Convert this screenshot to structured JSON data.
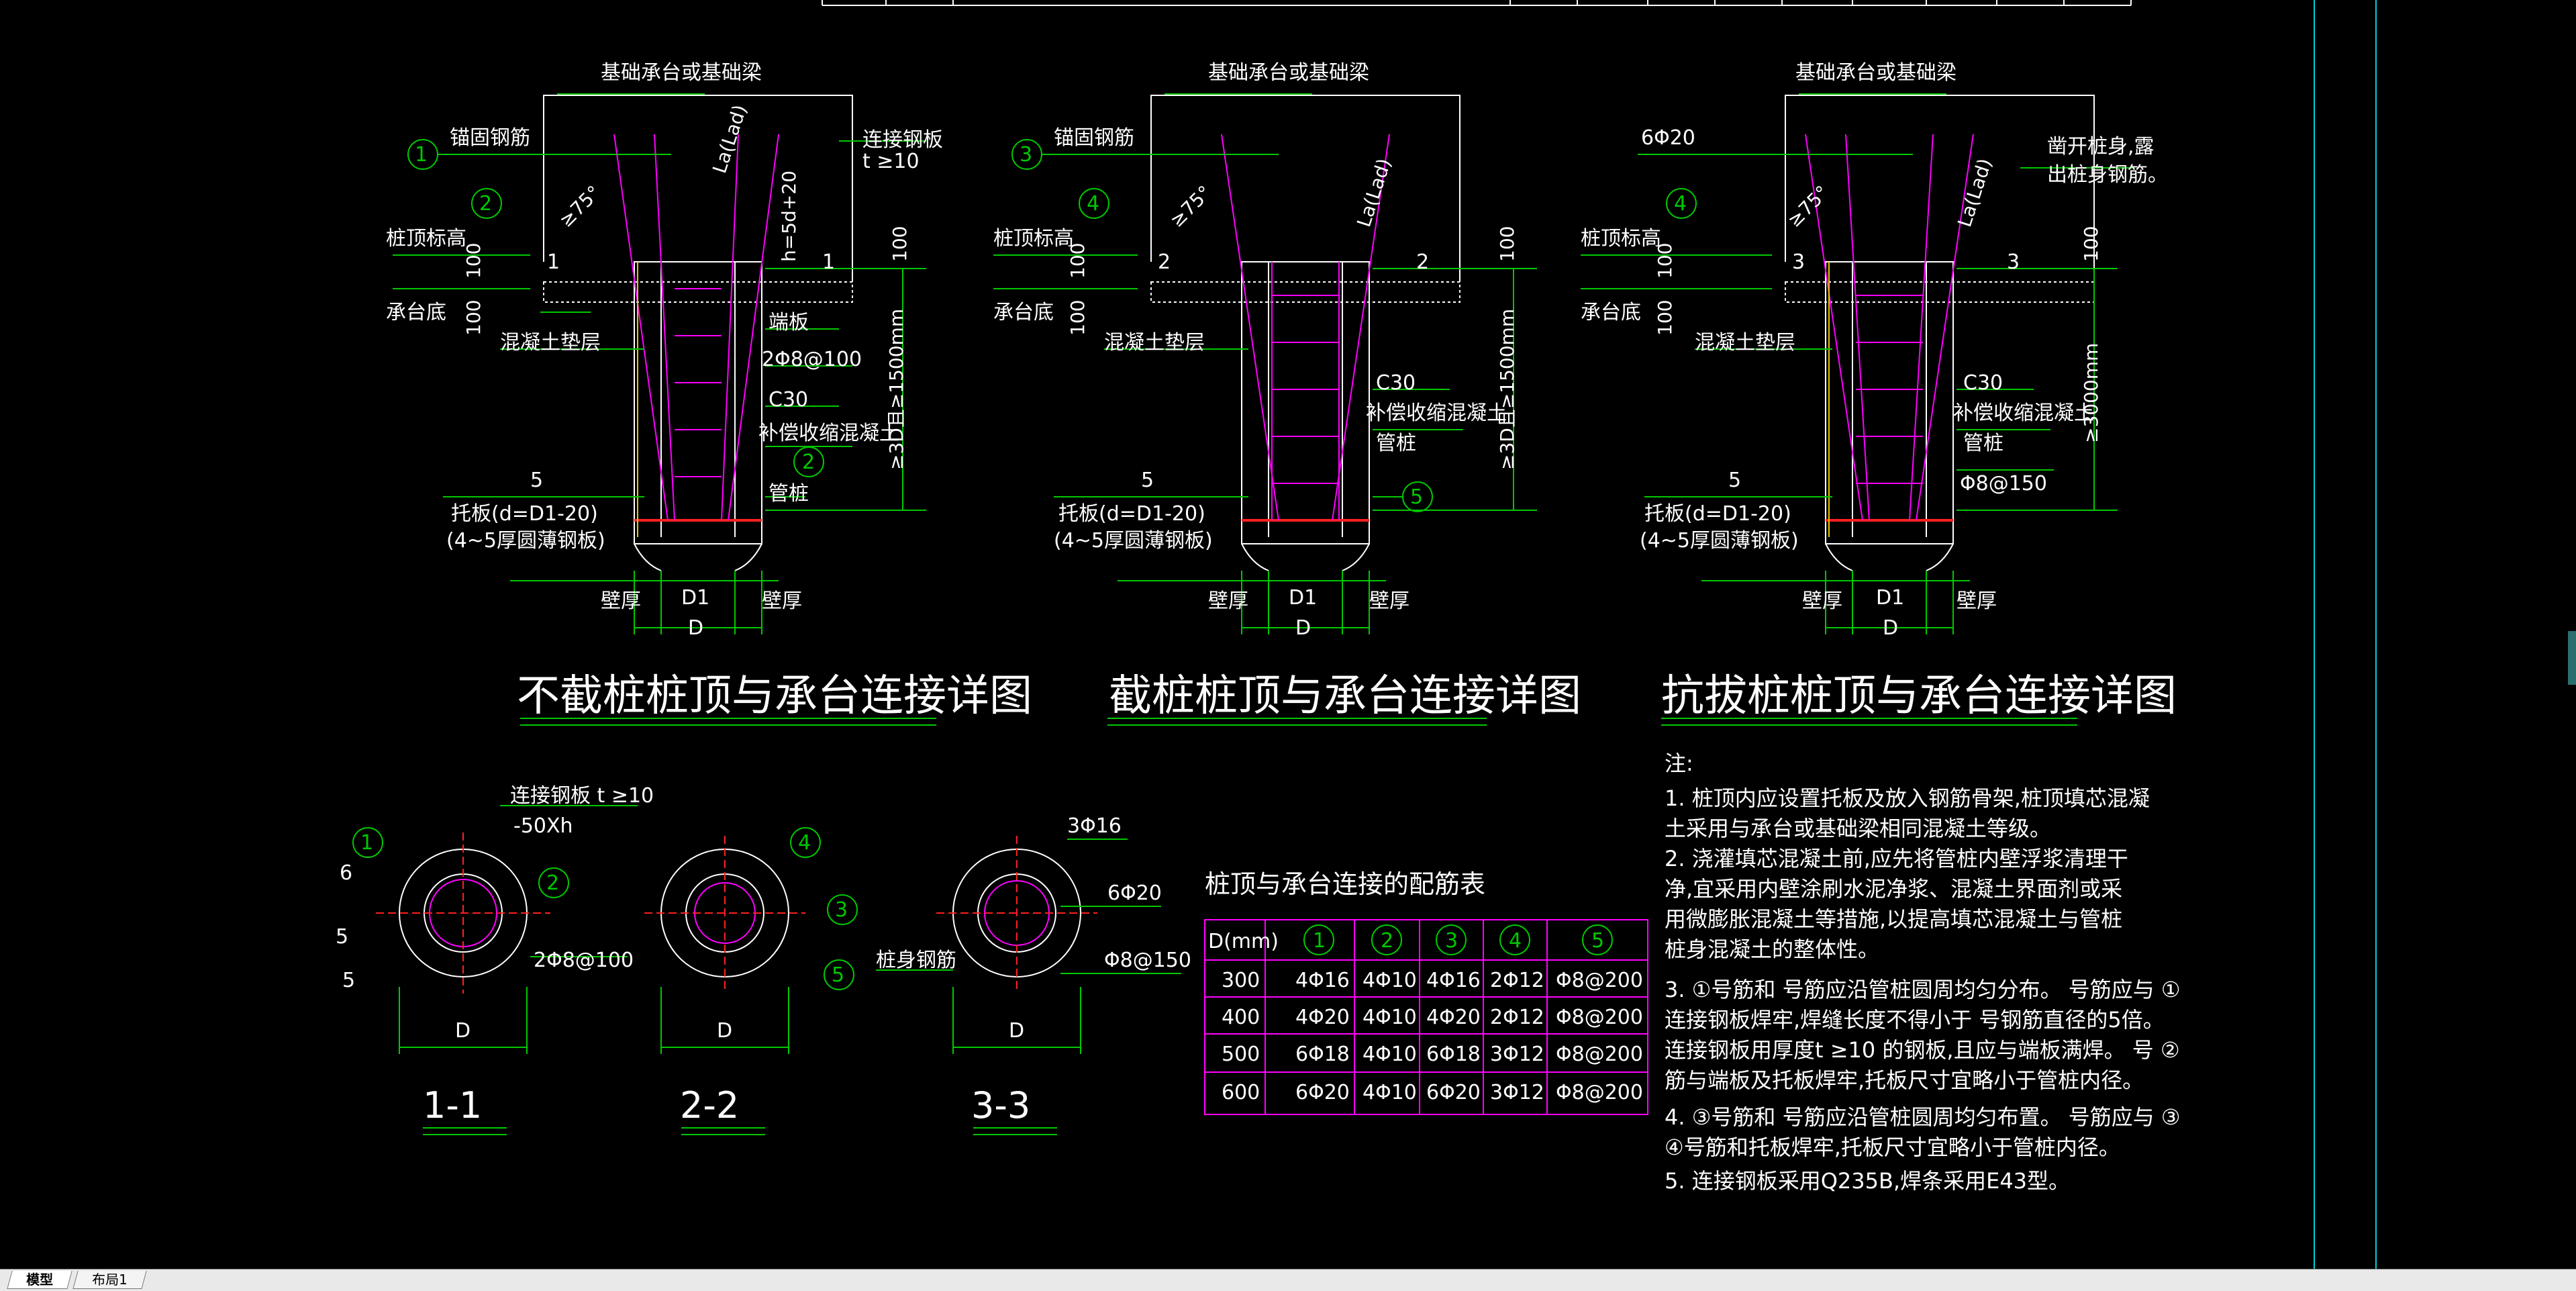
{
  "tabs": [
    {
      "label": "模型"
    },
    {
      "label": "布局1"
    }
  ],
  "details": [
    {
      "title": "不截桩桩顶与承台连接详图",
      "cap": "基础承台或基础梁",
      "anchor": "锚固钢筋",
      "anchor_no": "1",
      "weld": "连接钢板",
      "weld_t": "t ≥10",
      "h_note": "h=5d+20",
      "la": "La(Lad)",
      "angle": "≥75°",
      "pile_top": "桩顶标高",
      "cap_bottom": "承台底",
      "pad": "混凝土垫层",
      "end_plate": "端板",
      "stirrup": "2Φ8@100",
      "conc": "C30",
      "conc2": "补偿收缩混凝土",
      "pile": "管桩",
      "len": "≥3D且≥1500mm",
      "tray": "托板(d=D1-20)",
      "tray2": "(4~5厚圆薄钢板)",
      "wall": "壁厚",
      "d1": "D1",
      "d": "D",
      "sec": "1",
      "dim": "100",
      "dim2": "100",
      "num5": "5",
      "c2": "2"
    },
    {
      "title": "截桩桩顶与承台连接详图",
      "cap": "基础承台或基础梁",
      "anchor": "锚固钢筋",
      "anchor_no": "3",
      "la": "La(Lad)",
      "angle": "≥75°",
      "pile_top": "桩顶标高",
      "cap_bottom": "承台底",
      "pad": "混凝土垫层",
      "conc": "C30",
      "conc2": "补偿收缩混凝土",
      "pile": "管桩",
      "len": "≥3D且≥1500mm",
      "tray": "托板(d=D1-20)",
      "tray2": "(4~5厚圆薄钢板)",
      "wall": "壁厚",
      "d1": "D1",
      "d": "D",
      "sec": "2",
      "dim": "100",
      "dim2": "100",
      "num5": "5",
      "c4": "4",
      "c5": "5"
    },
    {
      "title": "抗拔桩桩顶与承台连接详图",
      "cap": "基础承台或基础梁",
      "anchor": "6Φ20",
      "note": "凿开桩身,露",
      "note2": "出桩身钢筋。",
      "la": "La(Lad)",
      "angle": "≥75°",
      "pile_top": "桩顶标高",
      "cap_bottom": "承台底",
      "pad": "混凝土垫层",
      "conc": "C30",
      "conc2": "补偿收缩混凝土",
      "pile": "管桩",
      "stirrup": "Φ8@150",
      "len": "≥3000mm",
      "tray": "托板(d=D1-20)",
      "tray2": "(4~5厚圆薄钢板)",
      "wall": "壁厚",
      "d1": "D1",
      "d": "D",
      "sec": "3",
      "dim": "100",
      "dim2": "100",
      "num5": "5",
      "c4": "4"
    }
  ],
  "sections": [
    {
      "label": "1-1",
      "plate": "连接钢板 t ≥10",
      "plate2": "-50Xh",
      "rebar": "2Φ8@100",
      "d": "D",
      "c1": "1",
      "c2": "2",
      "n6": "6",
      "n5a": "5",
      "n5b": "5"
    },
    {
      "label": "2-2",
      "d": "D",
      "c4": "4",
      "c3": "3",
      "c5": "5"
    },
    {
      "label": "3-3",
      "d": "D",
      "top": "3Φ16",
      "r1": "6Φ20",
      "r2": "Φ8@150",
      "body": "桩身钢筋"
    }
  ],
  "table": {
    "title": "桩顶与承台连接的配筋表",
    "headers": [
      "D(mm)",
      "1",
      "2",
      "3",
      "4",
      "5"
    ],
    "rows": [
      [
        "300",
        "4Φ16",
        "4Φ10",
        "4Φ16",
        "2Φ12",
        "Φ8@200"
      ],
      [
        "400",
        "4Φ20",
        "4Φ10",
        "4Φ20",
        "2Φ12",
        "Φ8@200"
      ],
      [
        "500",
        "6Φ18",
        "4Φ10",
        "6Φ18",
        "3Φ12",
        "Φ8@200"
      ],
      [
        "600",
        "6Φ20",
        "4Φ10",
        "6Φ20",
        "3Φ12",
        "Φ8@200"
      ]
    ]
  },
  "notes": {
    "head": "注:",
    "lines": [
      "1. 桩顶内应设置托板及放入钢筋骨架,桩顶填芯混凝",
      "    土采用与承台或基础梁相同混凝土等级。",
      "2. 浇灌填芯混凝土前,应先将管桩内壁浮浆清理干",
      "    净,宜采用内壁涂刷水泥净浆、混凝土界面剂或采",
      "    用微膨胀混凝土等措施,以提高填芯混凝土与管桩",
      "    桩身混凝土的整体性。",
      "3.  ①号筋和    号筋应沿管桩圆周均匀分布。    号筋应与 ①",
      "     连接钢板焊牢,焊缝长度不得小于    号钢筋直径的5倍。",
      "     连接钢板用厚度t ≥10 的钢板,且应与端板满焊。    号         ②",
      "     筋与端板及托板焊牢,托板尺寸宜略小于管桩内径。",
      "4.  ③号筋和    号筋应沿管桩圆周均匀布置。   号筋应与 ③",
      "     ④号筋和托板焊牢,托板尺寸宜略小于管桩内径。",
      "5. 连接钢板采用Q235B,焊条采用E43型。"
    ]
  },
  "colors": {
    "bg": "#000000",
    "white": "#ffffff",
    "green": "#00c800",
    "magenta": "#ff00ff",
    "red": "#ff2020",
    "yellow": "#e6c800",
    "cyan": "#00d2d2",
    "gray": "#9a9a9a"
  }
}
